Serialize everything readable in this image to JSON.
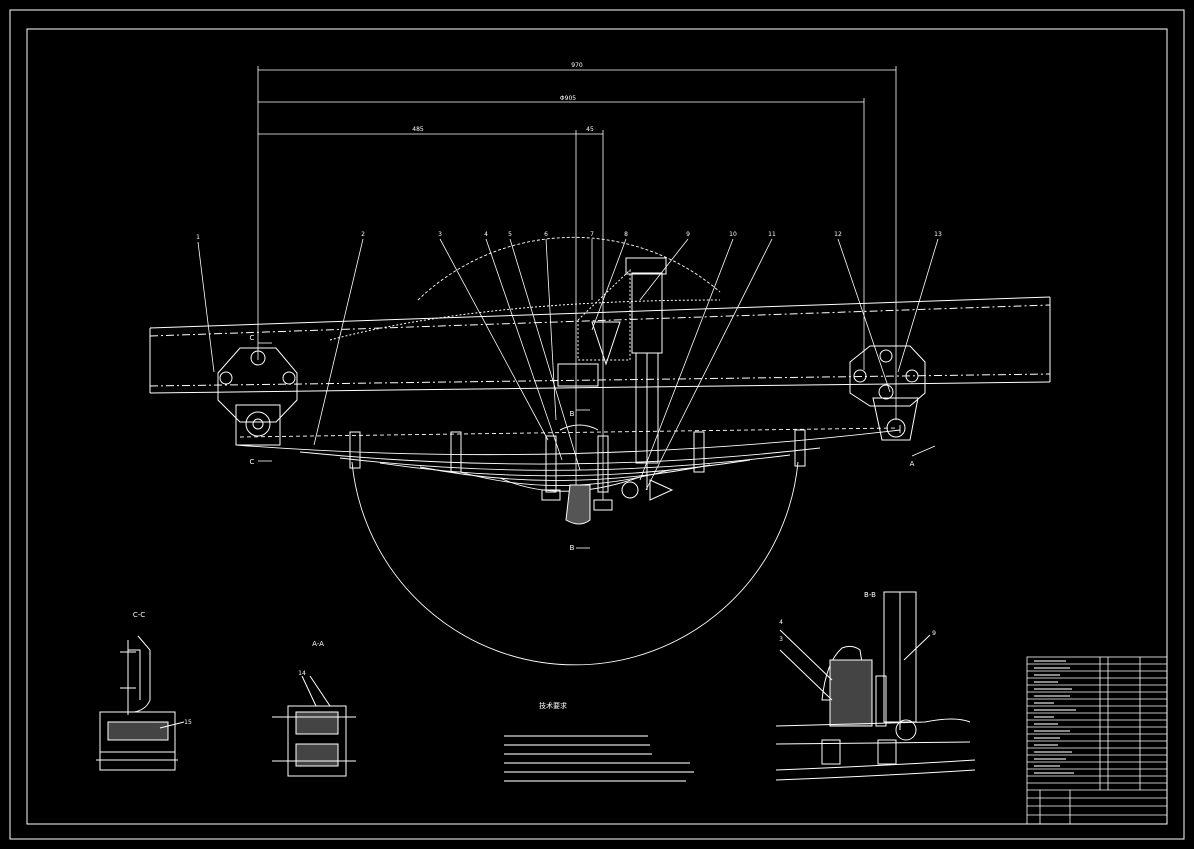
{
  "dimensions": {
    "overall": "970",
    "mid": "Φ905",
    "left": "485",
    "small": "45"
  },
  "section_labels": {
    "cc_title": "C-C",
    "aa_title": "A-A",
    "bb_title": "B-B",
    "cut_c_top": "C",
    "cut_c_bottom": "C",
    "cut_b_top": "B",
    "cut_b_bottom": "B",
    "cut_a": "A"
  },
  "balloons": [
    "1",
    "2",
    "3",
    "4",
    "5",
    "6",
    "7",
    "8",
    "9",
    "10",
    "11",
    "12",
    "13"
  ],
  "detail_balloons": {
    "cc_part": "15",
    "aa_part": "14",
    "bb_part3": "3",
    "bb_part4": "4",
    "bb_part9": "9"
  },
  "tech_notes": {
    "title": "技术要求"
  }
}
